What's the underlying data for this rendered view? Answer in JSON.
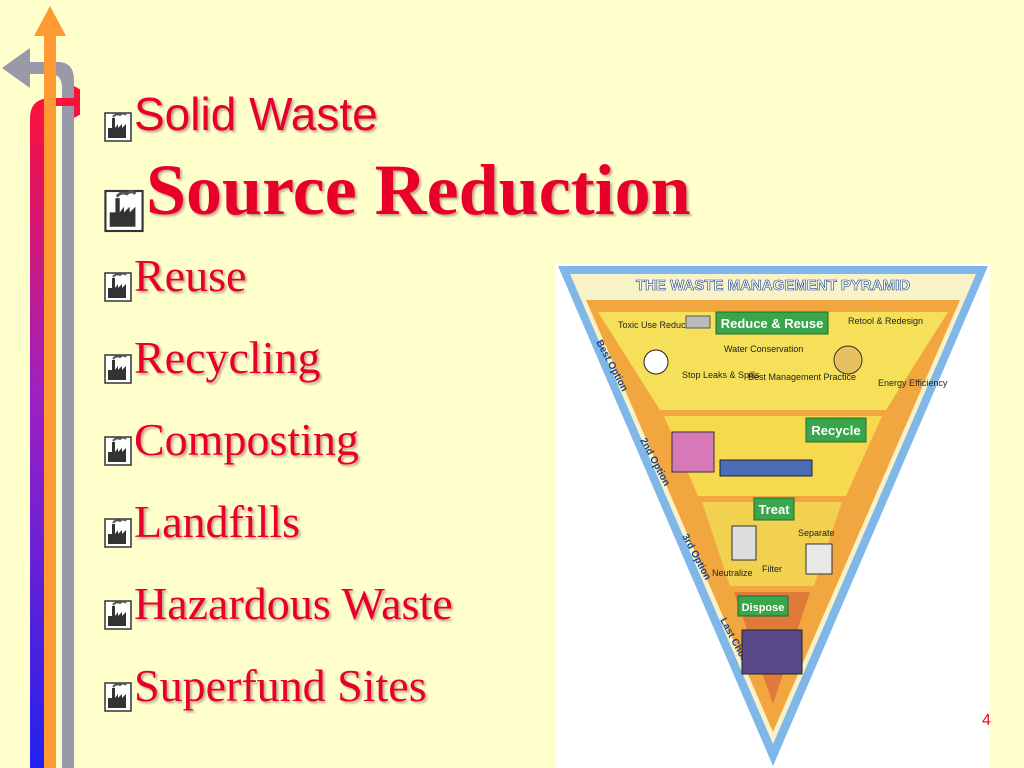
{
  "bullets": [
    {
      "label": "Solid Waste",
      "style": "sans"
    },
    {
      "label": "Source Reduction",
      "style": "big"
    },
    {
      "label": "Reuse",
      "style": "norm"
    },
    {
      "label": "Recycling",
      "style": "norm"
    },
    {
      "label": "Composting",
      "style": "norm"
    },
    {
      "label": "Landfills",
      "style": "norm"
    },
    {
      "label": "Hazardous Waste",
      "style": "norm"
    },
    {
      "label": "Superfund Sites",
      "style": "norm"
    }
  ],
  "pyramid": {
    "title": "THE WASTE MANAGEMENT PYRAMID",
    "tiers": [
      {
        "label": "Reduce & Reuse",
        "side": "Best Option"
      },
      {
        "label": "Recycle",
        "side": "2nd Option"
      },
      {
        "label": "Treat",
        "side": "3rd Option"
      },
      {
        "label": "Dispose",
        "side": "Last Choice"
      }
    ],
    "captions": {
      "toxic": "Toxic Use Reduction",
      "retool": "Retool & Redesign",
      "water": "Water Conservation",
      "leaks": "Stop Leaks & Spills",
      "bmp": "Best Management Practice",
      "energy": "Energy Efficiency",
      "separate": "Separate",
      "neutralize": "Neutralize",
      "filter": "Filter"
    }
  },
  "slide_number": "4",
  "colors": {
    "background": "#FFFFCC",
    "text": "#E8002A",
    "bar_blue": "#2222EE",
    "bar_red": "#FF1133",
    "arrow_orange": "#FF9933",
    "arrow_gray": "#9999AA"
  }
}
